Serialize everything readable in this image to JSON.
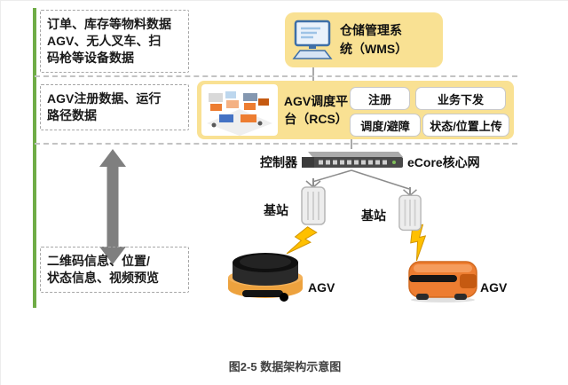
{
  "caption": "图2-5 数据架构示意图",
  "colors": {
    "panel_yellow": "#F9E193",
    "accent_green": "#6FAC46",
    "arrow_gray": "#7F7F7F",
    "bolt_yellow": "#FFC000",
    "agv_orange": "#ED7D31"
  },
  "left_panel": {
    "items": [
      {
        "label": "订单、库存等物料数据\nAGV、无人叉车、扫\n码枪等设备数据"
      },
      {
        "label": "AGV注册数据、运行\n路径数据"
      },
      {
        "label": "二维码信息、位置/\n状态信息、视频预览"
      }
    ]
  },
  "wms": {
    "label": "仓储管理系\n统（WMS）",
    "icon": "computer-icon"
  },
  "rcs": {
    "label": "AGV调度平\n台（RCS）",
    "icon": "warehouse-illustration",
    "buttons": [
      {
        "label": "注册"
      },
      {
        "label": "业务下发"
      },
      {
        "label": "调度/避障"
      },
      {
        "label": "状态/位置上传"
      }
    ]
  },
  "network": {
    "controller_label": "控制器",
    "controller_icon": "network-switch-icon",
    "core_label": "eCore核心网",
    "stations": [
      {
        "label": "基站",
        "icon": "base-station-icon"
      },
      {
        "label": "基站",
        "icon": "base-station-icon"
      }
    ]
  },
  "agvs": [
    {
      "label": "AGV",
      "icon": "agv-round-robot-icon"
    },
    {
      "label": "AGV",
      "icon": "agv-box-robot-icon"
    }
  ]
}
